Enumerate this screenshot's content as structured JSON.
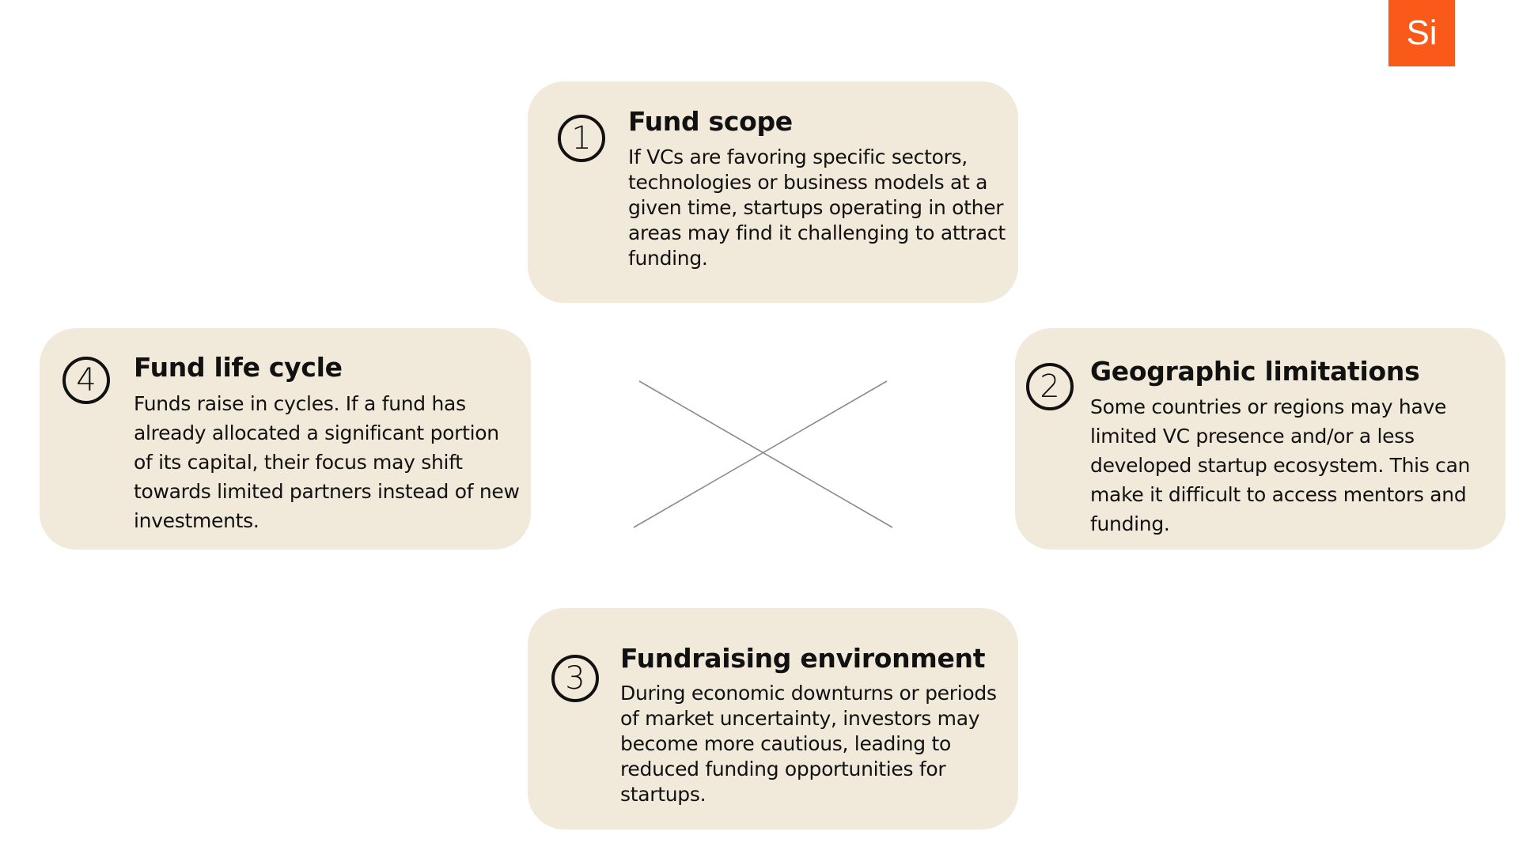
{
  "logo": {
    "text": "Si",
    "color": "#fa5a19"
  },
  "card_color": "#f1e9da",
  "cards": [
    {
      "number": "1",
      "title": "Fund scope",
      "text": "If VCs are favoring specific sectors, technologies or business models at a given time, startups operating in other areas may find it challenging to attract funding."
    },
    {
      "number": "2",
      "title": "Geographic limitations",
      "text": "Some countries or regions may have limited VC presence and/or a less developed startup ecosystem. This can make it difficult to access mentors and funding."
    },
    {
      "number": "3",
      "title": "Fundraising environment",
      "text": "During economic downturns or periods of market uncertainty, investors may become more cautious, leading to reduced funding opportunities for startups."
    },
    {
      "number": "4",
      "title": "Fund life cycle",
      "text": "Funds raise in cycles. If a fund has already allocated a significant portion of its capital, their focus may shift towards limited partners instead of new investments."
    }
  ]
}
